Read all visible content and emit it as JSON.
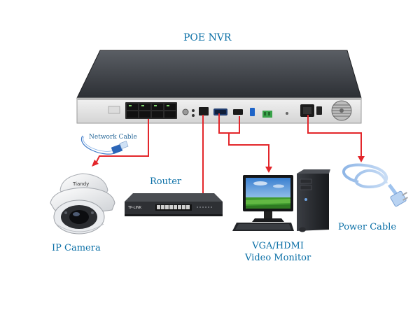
{
  "diagram": {
    "title": "POE NVR",
    "network_cable_label": "Network Cable",
    "router_label": "Router",
    "ip_camera_label": "IP Camera",
    "monitor_label_line1": "VGA/HDMI",
    "monitor_label_line2": "Video Monitor",
    "power_cable_label": "Power Cable",
    "camera_brand": "Tiandy",
    "switch_brand": "TP-LINK",
    "connector_color": "#e3262b"
  }
}
